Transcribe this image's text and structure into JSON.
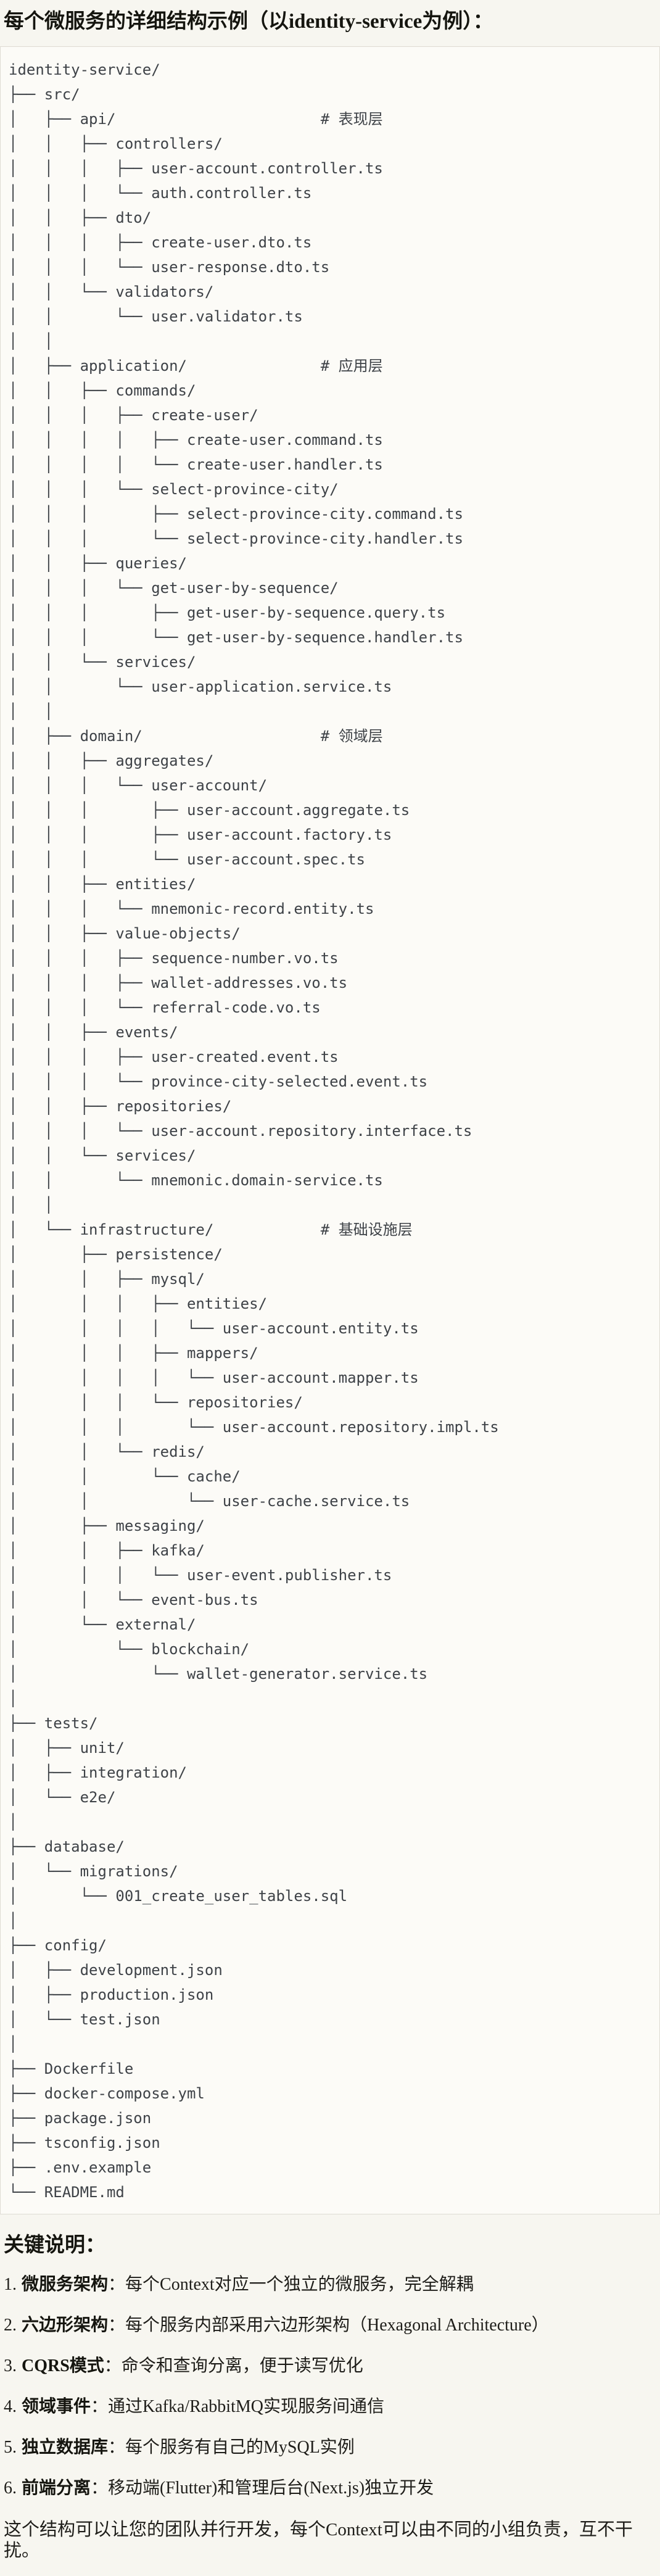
{
  "title": "每个微服务的详细结构示例（以identity-service为例）：",
  "file_tree": {
    "lines": [
      "identity-service/",
      "├── src/",
      "│   ├── api/                       # 表现层",
      "│   │   ├── controllers/",
      "│   │   │   ├── user-account.controller.ts",
      "│   │   │   └── auth.controller.ts",
      "│   │   ├── dto/",
      "│   │   │   ├── create-user.dto.ts",
      "│   │   │   └── user-response.dto.ts",
      "│   │   └── validators/",
      "│   │       └── user.validator.ts",
      "│   │",
      "│   ├── application/               # 应用层",
      "│   │   ├── commands/",
      "│   │   │   ├── create-user/",
      "│   │   │   │   ├── create-user.command.ts",
      "│   │   │   │   └── create-user.handler.ts",
      "│   │   │   └── select-province-city/",
      "│   │   │       ├── select-province-city.command.ts",
      "│   │   │       └── select-province-city.handler.ts",
      "│   │   ├── queries/",
      "│   │   │   └── get-user-by-sequence/",
      "│   │   │       ├── get-user-by-sequence.query.ts",
      "│   │   │       └── get-user-by-sequence.handler.ts",
      "│   │   └── services/",
      "│   │       └── user-application.service.ts",
      "│   │",
      "│   ├── domain/                    # 领域层",
      "│   │   ├── aggregates/",
      "│   │   │   └── user-account/",
      "│   │   │       ├── user-account.aggregate.ts",
      "│   │   │       ├── user-account.factory.ts",
      "│   │   │       └── user-account.spec.ts",
      "│   │   ├── entities/",
      "│   │   │   └── mnemonic-record.entity.ts",
      "│   │   ├── value-objects/",
      "│   │   │   ├── sequence-number.vo.ts",
      "│   │   │   ├── wallet-addresses.vo.ts",
      "│   │   │   └── referral-code.vo.ts",
      "│   │   ├── events/",
      "│   │   │   ├── user-created.event.ts",
      "│   │   │   └── province-city-selected.event.ts",
      "│   │   ├── repositories/",
      "│   │   │   └── user-account.repository.interface.ts",
      "│   │   └── services/",
      "│   │       └── mnemonic.domain-service.ts",
      "│   │",
      "│   └── infrastructure/            # 基础设施层",
      "│       ├── persistence/",
      "│       │   ├── mysql/",
      "│       │   │   ├── entities/",
      "│       │   │   │   └── user-account.entity.ts",
      "│       │   │   ├── mappers/",
      "│       │   │   │   └── user-account.mapper.ts",
      "│       │   │   └── repositories/",
      "│       │   │       └── user-account.repository.impl.ts",
      "│       │   └── redis/",
      "│       │       └── cache/",
      "│       │           └── user-cache.service.ts",
      "│       ├── messaging/",
      "│       │   ├── kafka/",
      "│       │   │   └── user-event.publisher.ts",
      "│       │   └── event-bus.ts",
      "│       └── external/",
      "│           └── blockchain/",
      "│               └── wallet-generator.service.ts",
      "│",
      "├── tests/",
      "│   ├── unit/",
      "│   ├── integration/",
      "│   └── e2e/",
      "│",
      "├── database/",
      "│   └── migrations/",
      "│       └── 001_create_user_tables.sql",
      "│",
      "├── config/",
      "│   ├── development.json",
      "│   ├── production.json",
      "│   └── test.json",
      "│",
      "├── Dockerfile",
      "├── docker-compose.yml",
      "├── package.json",
      "├── tsconfig.json",
      "├── .env.example",
      "└── README.md"
    ]
  },
  "notes_heading": "关键说明：",
  "notes": [
    {
      "num": "1.",
      "label": "微服务架构",
      "text": "：每个Context对应一个独立的微服务，完全解耦"
    },
    {
      "num": "2.",
      "label": "六边形架构",
      "text": "：每个服务内部采用六边形架构（Hexagonal Architecture）"
    },
    {
      "num": "3.",
      "label": "CQRS模式",
      "text": "：命令和查询分离，便于读写优化"
    },
    {
      "num": "4.",
      "label": "领域事件",
      "text": "：通过Kafka/RabbitMQ实现服务间通信"
    },
    {
      "num": "5.",
      "label": "独立数据库",
      "text": "：每个服务有自己的MySQL实例"
    },
    {
      "num": "6.",
      "label": "前端分离",
      "text": "：移动端(Flutter)和管理后台(Next.js)独立开发"
    }
  ],
  "footer": "这个结构可以让您的团队并行开发，每个Context可以由不同的小组负责，互不干扰。"
}
